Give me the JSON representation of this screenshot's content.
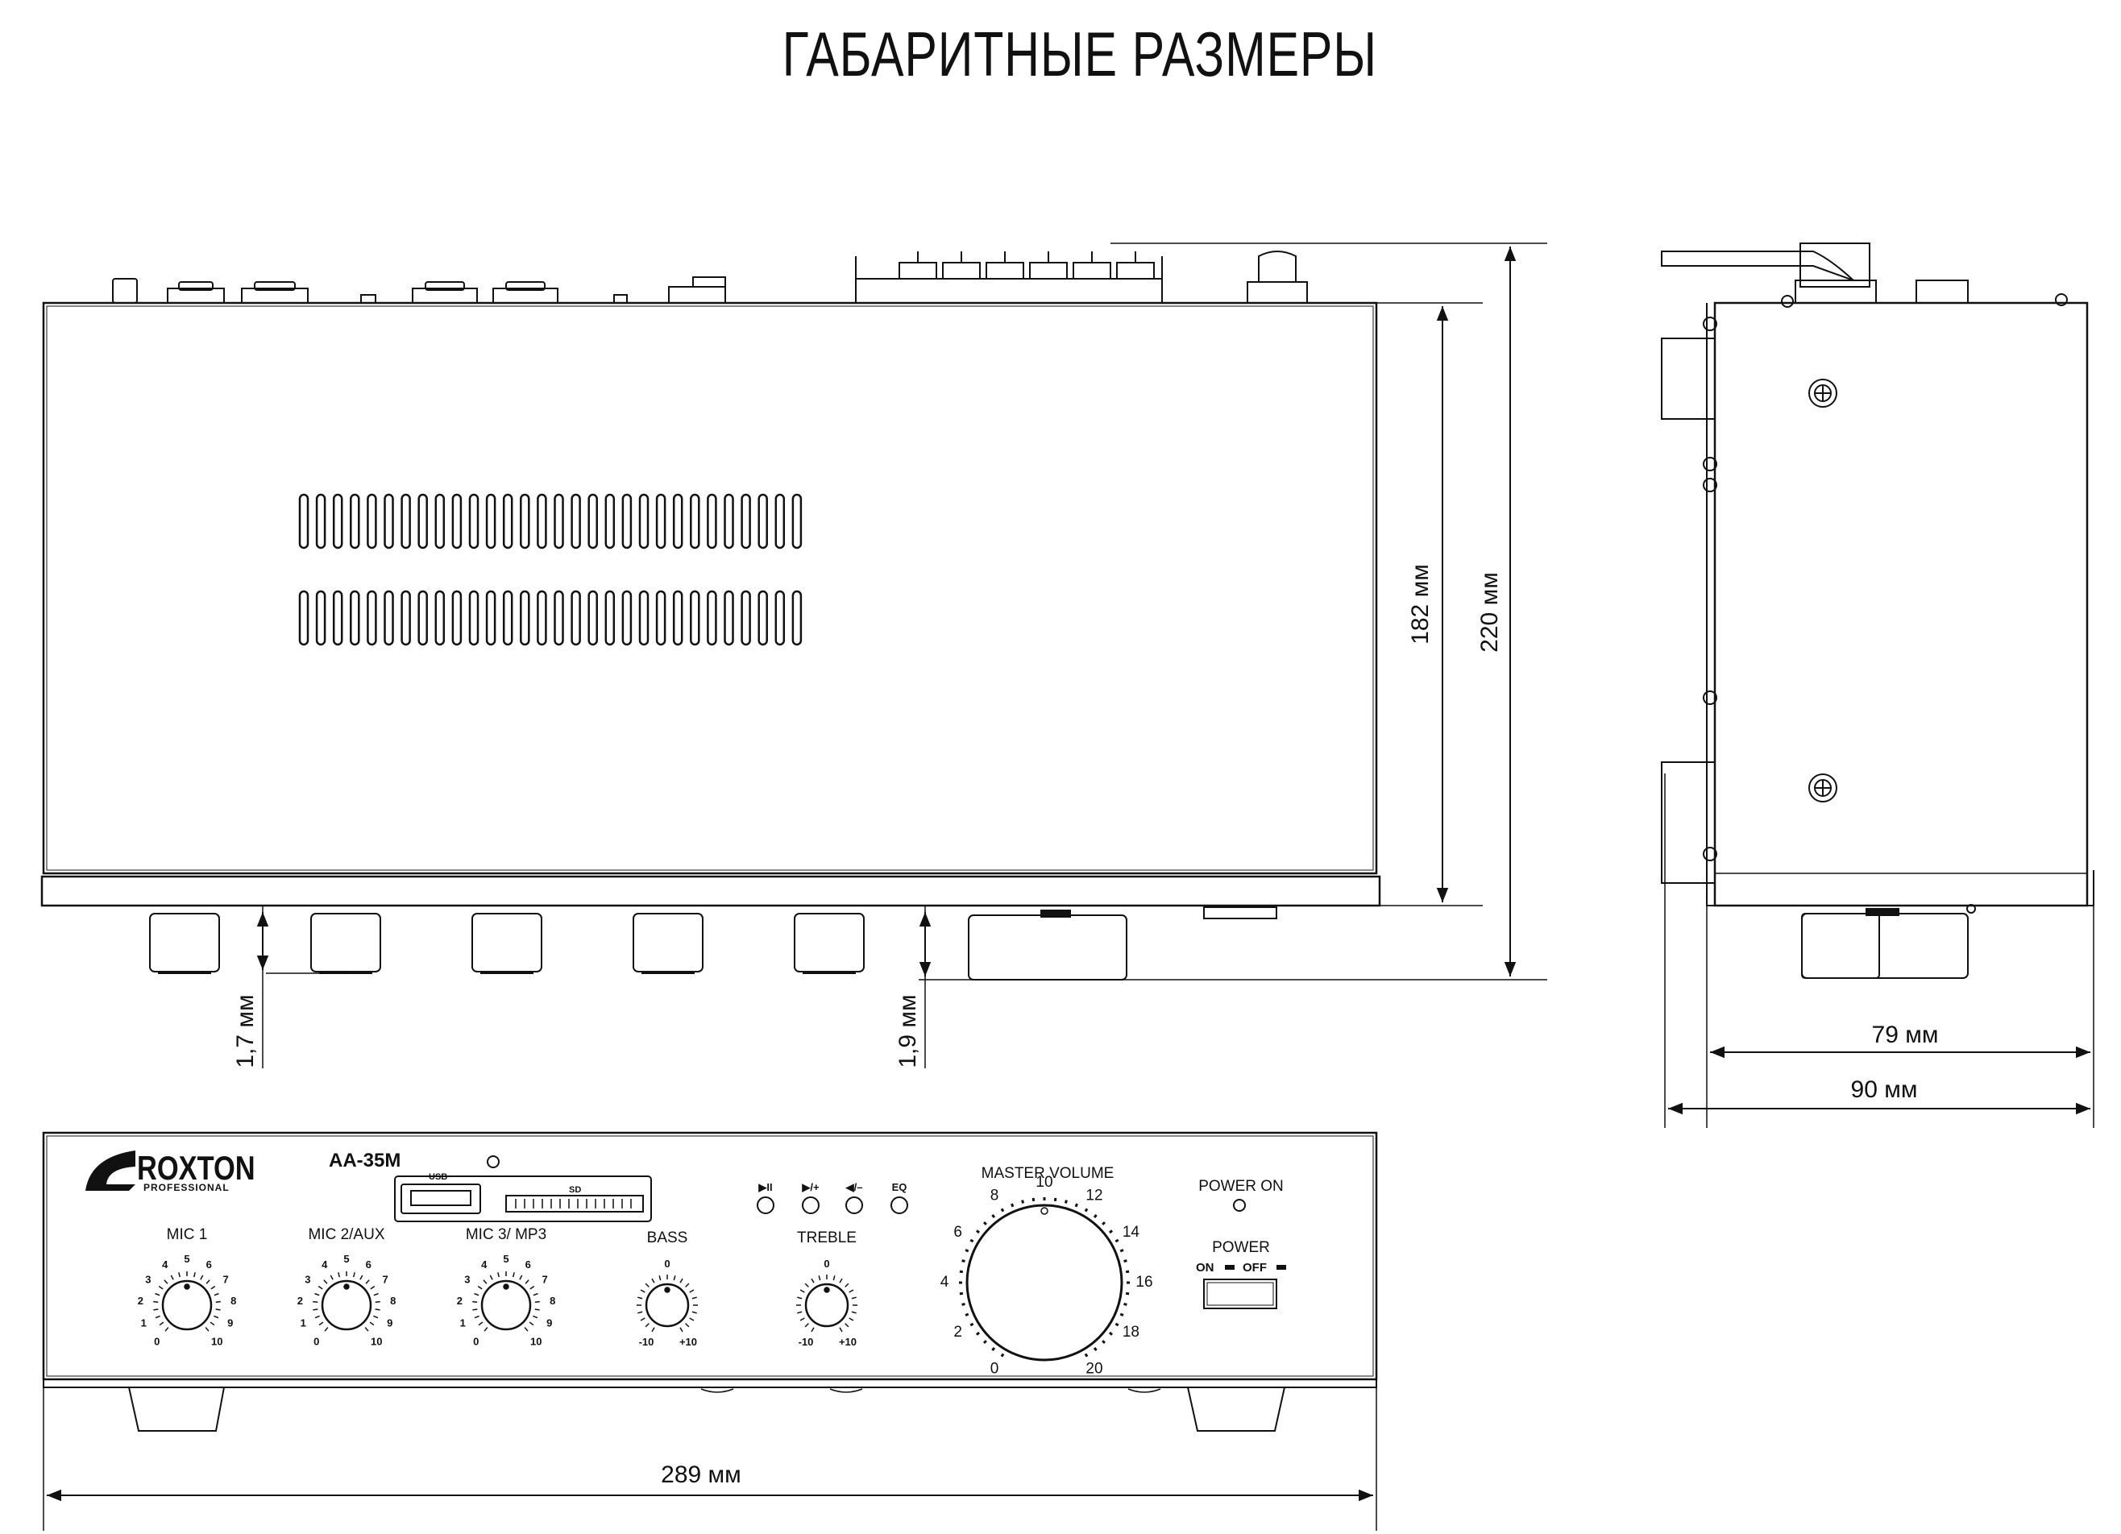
{
  "title": "ГАБАРИТНЫЕ РАЗМЕРЫ",
  "dimensions": {
    "height_body": "182 мм",
    "height_total": "220 мм",
    "knob_offset_left": "1,7 мм",
    "knob_offset_right": "1,9 мм",
    "depth_body": "79 мм",
    "depth_total": "90 мм",
    "width": "289 мм"
  },
  "front_panel": {
    "brand": "ROXTON",
    "brand_sub": "PROFESSIONAL",
    "model": "AA-35M",
    "usb_label": "USB",
    "sd_label": "SD",
    "player_buttons": [
      "▶II",
      "▶/+",
      "◀/–",
      "EQ"
    ],
    "channels": [
      {
        "label": "MIC 1",
        "scale": [
          "0",
          "1",
          "2",
          "3",
          "4",
          "5",
          "6",
          "7",
          "8",
          "9",
          "10"
        ]
      },
      {
        "label": "MIC 2/AUX",
        "scale": [
          "0",
          "1",
          "2",
          "3",
          "4",
          "5",
          "6",
          "7",
          "8",
          "9",
          "10"
        ]
      },
      {
        "label": "MIC 3/ MP3",
        "scale": [
          "0",
          "1",
          "2",
          "3",
          "4",
          "5",
          "6",
          "7",
          "8",
          "9",
          "10"
        ]
      }
    ],
    "tone": [
      {
        "label": "BASS",
        "scale": [
          "-10",
          "0",
          "+10"
        ]
      },
      {
        "label": "TREBLE",
        "scale": [
          "-10",
          "0",
          "+10"
        ]
      }
    ],
    "master_volume": {
      "label": "MASTER VOLUME",
      "scale": [
        "0",
        "2",
        "4",
        "6",
        "8",
        "10",
        "12",
        "14",
        "16",
        "18",
        "20"
      ]
    },
    "power_on_label": "POWER ON",
    "power_label": "POWER",
    "power_on": "ON",
    "power_off": "OFF"
  }
}
